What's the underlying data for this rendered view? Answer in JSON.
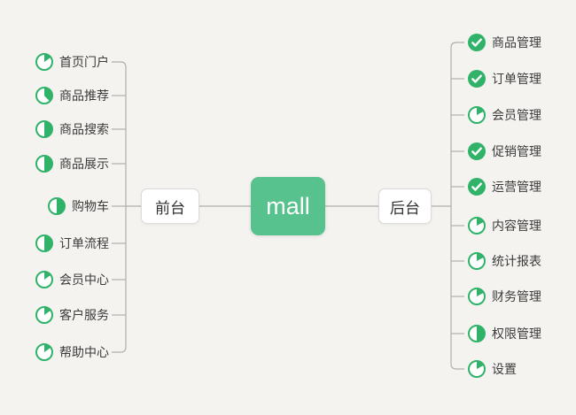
{
  "theme": {
    "background": "#f4f3f0",
    "icon_green": "#30b269",
    "root_node_green": "#58c28e",
    "line_color": "#b0aeab"
  },
  "root": {
    "label": "mall"
  },
  "left_branch": {
    "label": "前台",
    "items": [
      {
        "label": "首页门户",
        "icon": {
          "type": "pie",
          "fraction": 0.15
        }
      },
      {
        "label": "商品推荐",
        "icon": {
          "type": "pie",
          "fraction": 0.38
        }
      },
      {
        "label": "商品搜索",
        "icon": {
          "type": "pie",
          "fraction": 0.5
        }
      },
      {
        "label": "商品展示",
        "icon": {
          "type": "pie",
          "fraction": 0.5
        }
      },
      {
        "label": "购物车",
        "icon": {
          "type": "pie",
          "fraction": 0.5
        }
      },
      {
        "label": "订单流程",
        "icon": {
          "type": "pie",
          "fraction": 0.5
        }
      },
      {
        "label": "会员中心",
        "icon": {
          "type": "pie",
          "fraction": 0.15
        }
      },
      {
        "label": "客户服务",
        "icon": {
          "type": "pie",
          "fraction": 0.15
        }
      },
      {
        "label": "帮助中心",
        "icon": {
          "type": "pie",
          "fraction": 0.15
        }
      }
    ]
  },
  "right_branch": {
    "label": "后台",
    "items": [
      {
        "label": "商品管理",
        "icon": {
          "type": "check"
        }
      },
      {
        "label": "订单管理",
        "icon": {
          "type": "check"
        }
      },
      {
        "label": "会员管理",
        "icon": {
          "type": "pie",
          "fraction": 0.17
        }
      },
      {
        "label": "促销管理",
        "icon": {
          "type": "check"
        }
      },
      {
        "label": "运营管理",
        "icon": {
          "type": "check"
        }
      },
      {
        "label": "内容管理",
        "icon": {
          "type": "pie",
          "fraction": 0.17
        }
      },
      {
        "label": "统计报表",
        "icon": {
          "type": "pie",
          "fraction": 0.17
        }
      },
      {
        "label": "财务管理",
        "icon": {
          "type": "pie",
          "fraction": 0.17
        }
      },
      {
        "label": "权限管理",
        "icon": {
          "type": "pie",
          "fraction": 0.5
        }
      },
      {
        "label": "设置",
        "icon": {
          "type": "pie",
          "fraction": 0.17
        }
      }
    ]
  }
}
